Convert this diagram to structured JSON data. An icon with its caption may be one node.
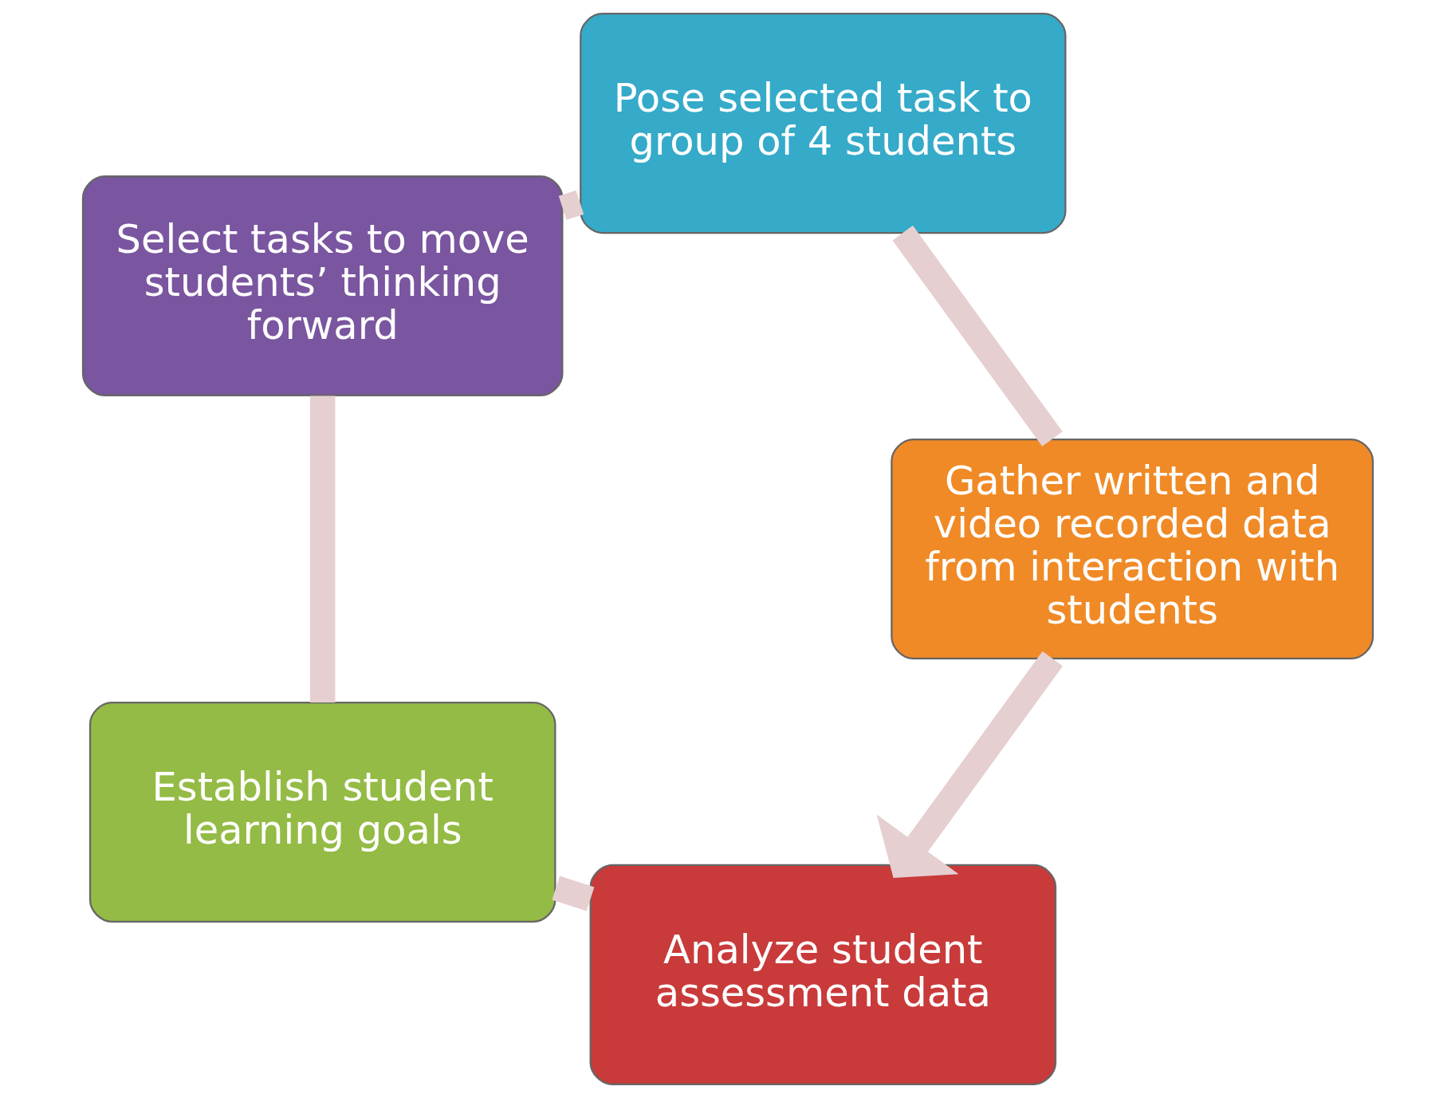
{
  "diagram": {
    "nodes": [
      {
        "text": [
          "Analyze student assessment data"
        ]
      },
      {
        "text": [
          "Establish student learning goals"
        ]
      },
      {
        "text": [
          "Select tasks to move students’ thinking forward"
        ]
      },
      {
        "text": [
          "Pose selected task to group of 4 students"
        ]
      },
      {
        "text": [
          "Gather written and video recorded data from interaction with students"
        ]
      }
    ],
    "edges": [
      {
        "from": 0,
        "to": 1,
        "arrow": "none"
      },
      {
        "from": 1,
        "to": 2,
        "arrow": "none"
      },
      {
        "from": 2,
        "to": 3,
        "arrow": "none"
      },
      {
        "from": 3,
        "to": 4,
        "arrow": "none"
      },
      {
        "from": 4,
        "to": 0,
        "arrow": "to"
      }
    ]
  }
}
